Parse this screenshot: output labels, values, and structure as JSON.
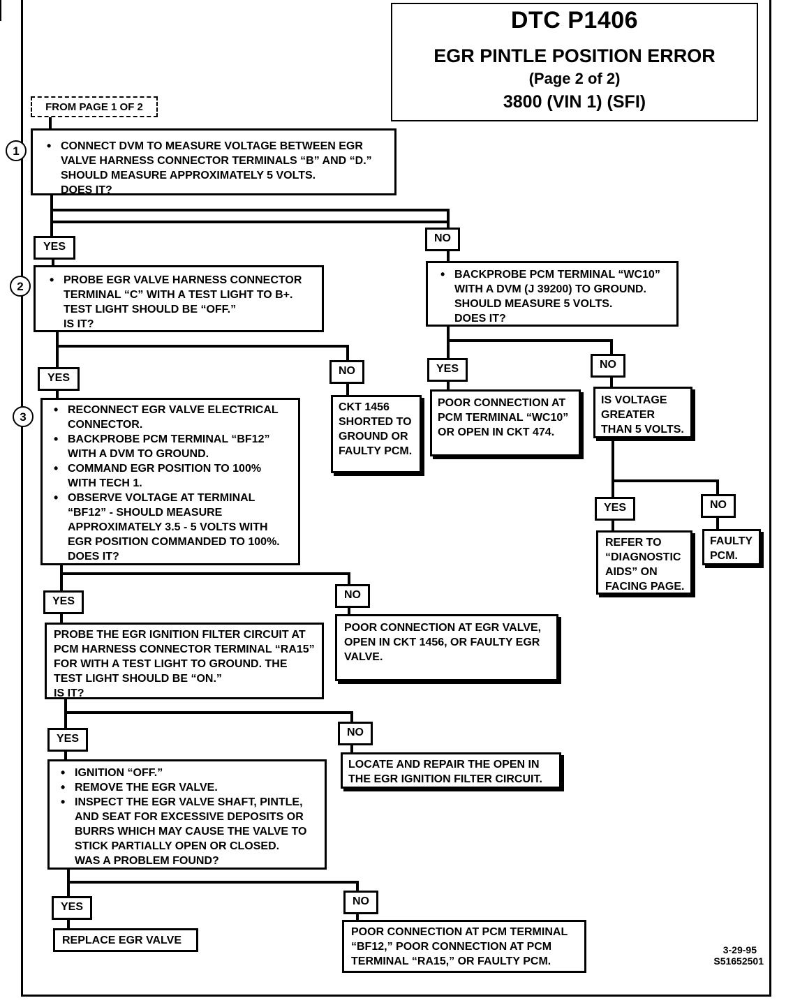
{
  "header": {
    "dtc": "DTC P1406",
    "title": "EGR PINTLE POSITION ERROR",
    "page": "(Page 2 of 2)",
    "engine": "3800  (VIN 1)  (SFI)"
  },
  "start_label": "FROM PAGE 1 OF 2",
  "steps": [
    "1",
    "2",
    "3"
  ],
  "yes": "YES",
  "no": "NO",
  "boxes": {
    "q1": [
      "CONNECT DVM TO MEASURE VOLTAGE BETWEEN EGR VALVE HARNESS CONNECTOR TERMINALS “B” AND “D.” SHOULD MEASURE APPROXIMATELY 5 VOLTS."
    ],
    "q1_ask": "DOES IT?",
    "q2": [
      "PROBE EGR VALVE HARNESS CONNECTOR TERMINAL “C” WITH A TEST LIGHT TO B+. TEST LIGHT SHOULD BE “OFF.”"
    ],
    "q2_ask": "IS IT?",
    "q1no": [
      "BACKPROBE PCM TERMINAL “WC10” WITH A DVM (J 39200) TO GROUND. SHOULD MEASURE 5 VOLTS."
    ],
    "q1no_ask": "DOES IT?",
    "q2no": "CKT 1456 SHORTED TO GROUND OR FAULTY PCM.",
    "wc10yes": "POOR CONNECTION AT PCM TERMINAL “WC10” OR OPEN IN CKT 474.",
    "wc10no": "IS VOLTAGE GREATER THAN 5 VOLTS.",
    "gtyes": "REFER TO “DIAGNOSTIC AIDS” ON FACING PAGE.",
    "gtno": "FAULTY PCM.",
    "q3": [
      "RECONNECT EGR VALVE ELECTRICAL CONNECTOR.",
      "BACKPROBE PCM TERMINAL “BF12” WITH A DVM TO GROUND.",
      "COMMAND EGR POSITION TO 100% WITH TECH 1.",
      "OBSERVE VOLTAGE AT TERMINAL “BF12” - SHOULD MEASURE APPROXIMATELY 3.5 - 5 VOLTS WITH EGR POSITION COMMANDED TO 100%."
    ],
    "q3_ask": "DOES IT?",
    "q3no": "POOR CONNECTION AT EGR VALVE, OPEN IN CKT 1456, OR FAULTY EGR VALVE.",
    "q4": "PROBE THE EGR IGNITION FILTER CIRCUIT AT PCM HARNESS CONNECTOR TERMINAL “RA15” FOR WITH A TEST LIGHT TO GROUND. THE TEST LIGHT SHOULD BE “ON.”",
    "q4_ask": "IS IT?",
    "q4no": "LOCATE AND REPAIR THE OPEN IN THE EGR IGNITION FILTER CIRCUIT.",
    "q5": [
      "IGNITION “OFF.”",
      "REMOVE THE EGR VALVE.",
      "INSPECT THE EGR VALVE SHAFT, PINTLE, AND SEAT FOR EXCESSIVE DEPOSITS OR BURRS WHICH MAY CAUSE THE VALVE TO STICK PARTIALLY OPEN OR CLOSED."
    ],
    "q5_ask": "WAS A PROBLEM FOUND?",
    "q5yes": "REPLACE EGR VALVE",
    "q5no": "POOR CONNECTION AT PCM TERMINAL “BF12,” POOR CONNECTION AT PCM TERMINAL “RA15,” OR FAULTY PCM."
  },
  "footer": {
    "date": "3-29-95",
    "code": "S51652501"
  }
}
